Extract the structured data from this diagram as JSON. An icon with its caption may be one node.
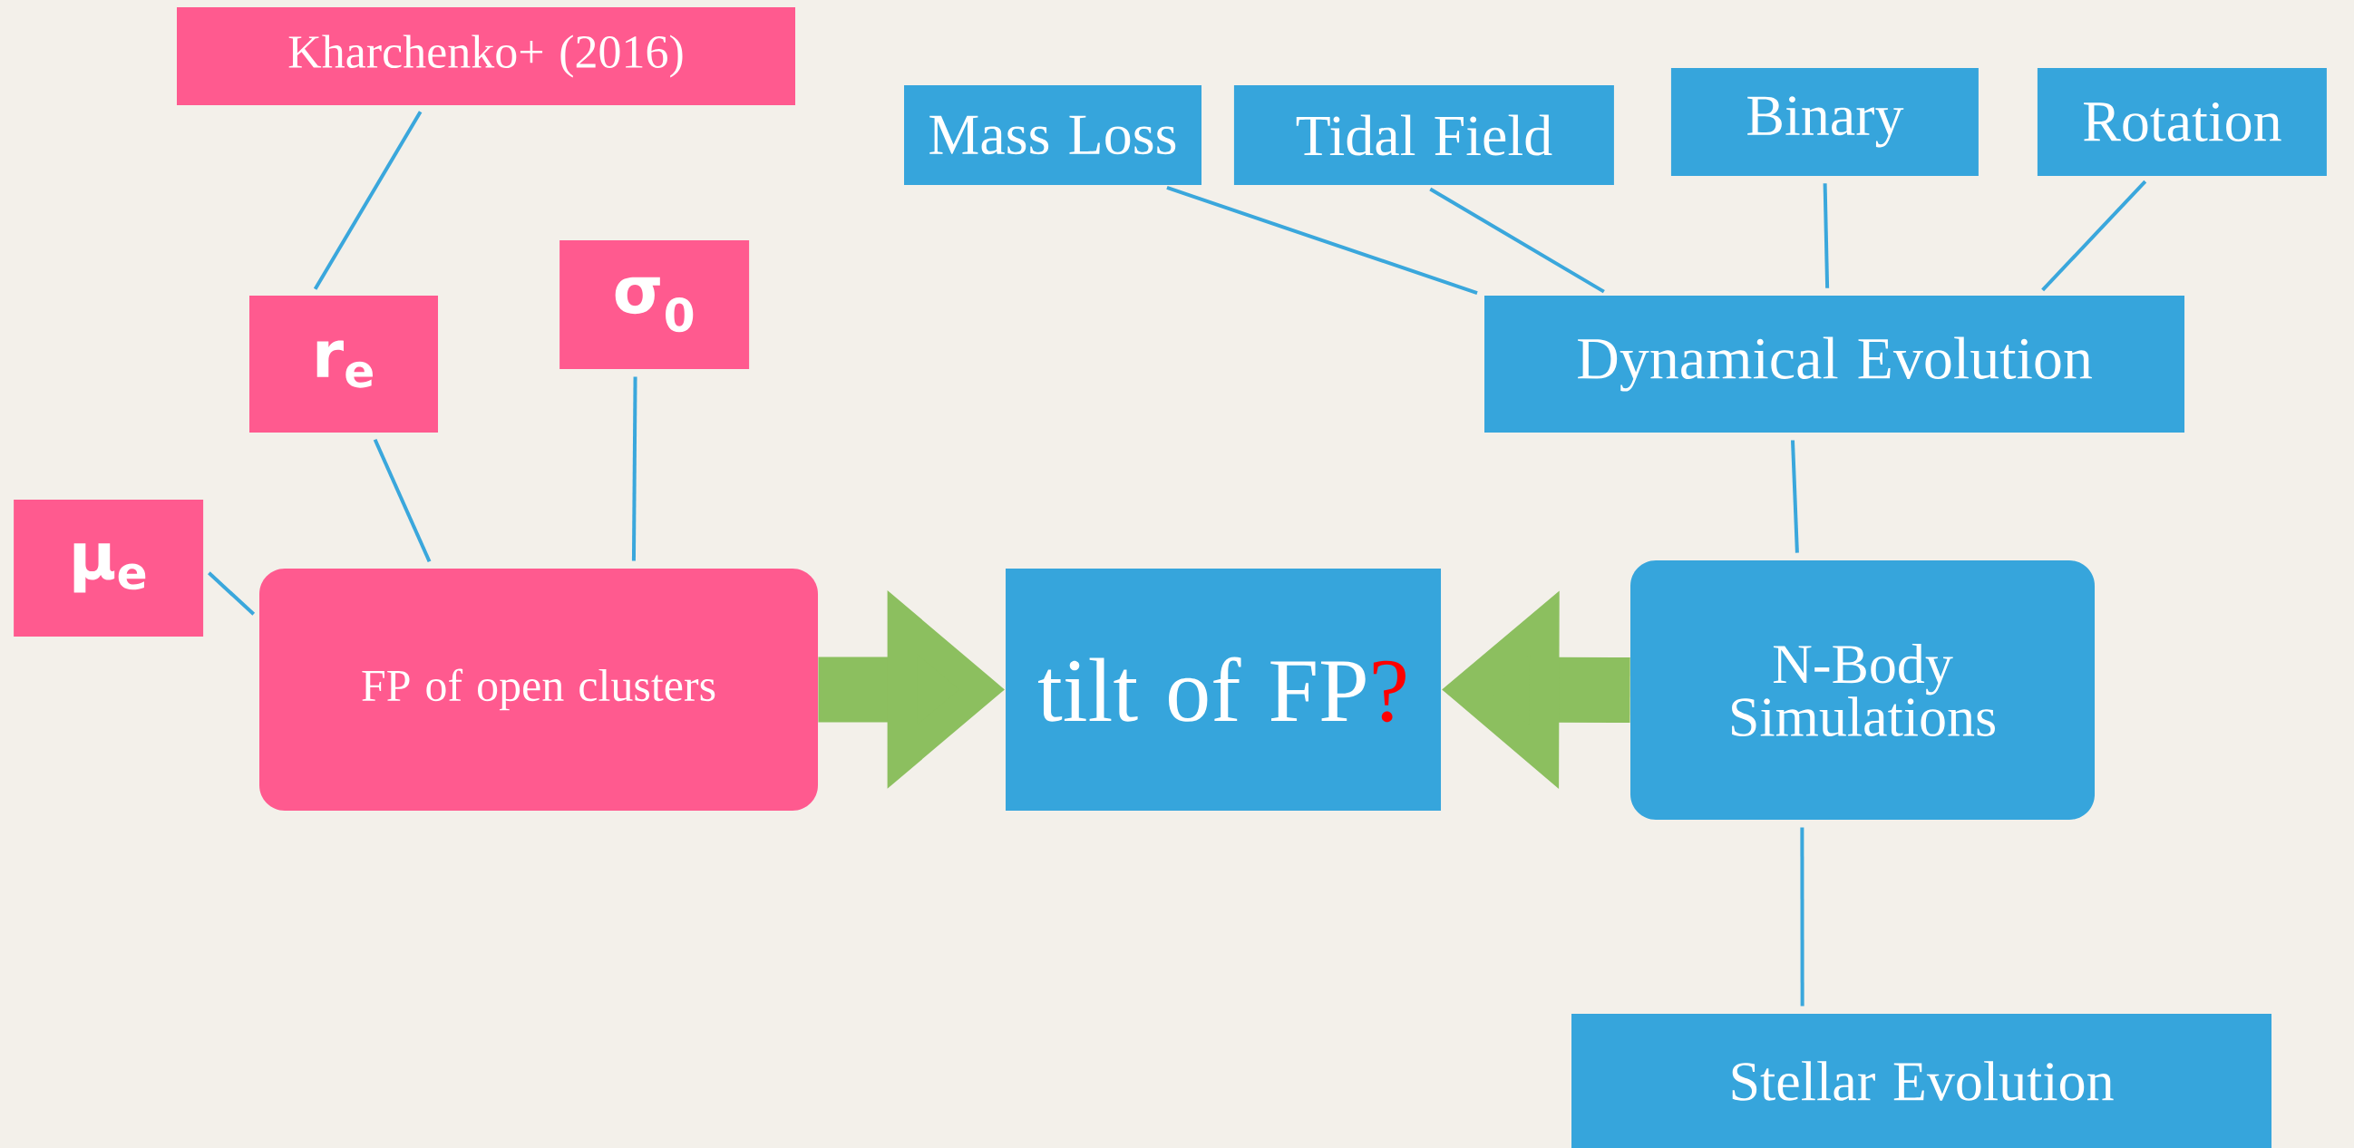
{
  "diagram": {
    "nodes": [
      {
        "text": [
          "Kharchenko+ (2016)"
        ]
      },
      {
        "text": [
          "r$_{e}$"
        ]
      },
      {
        "text": [
          "σ$_{0}$"
        ]
      },
      {
        "text": [
          "μ$_{e}$"
        ]
      },
      {
        "text": [
          "FP of open clusters"
        ]
      },
      {
        "text": [
          "tilt of FP",
          "?"
        ]
      },
      {
        "text": [
          "Mass Loss"
        ]
      },
      {
        "text": [
          "Tidal Field"
        ]
      },
      {
        "text": [
          "Binary"
        ]
      },
      {
        "text": [
          "Rotation"
        ]
      },
      {
        "text": [
          "Dynamical Evolution"
        ]
      },
      {
        "text": [
          "N-Body Simulations"
        ]
      },
      {
        "text": [
          "Stellar Evolution"
        ]
      }
    ],
    "edges": [
      {
        "from": 0,
        "to": 1,
        "arrow": "none"
      },
      {
        "from": 1,
        "to": 4,
        "arrow": "none"
      },
      {
        "from": 2,
        "to": 4,
        "arrow": "none"
      },
      {
        "from": 3,
        "to": 4,
        "arrow": "none"
      },
      {
        "from": 4,
        "to": 5,
        "arrow": "to",
        "style": "thick",
        "color": "#8cbf5f"
      },
      {
        "from": 6,
        "to": 10,
        "arrow": "none"
      },
      {
        "from": 7,
        "to": 10,
        "arrow": "none"
      },
      {
        "from": 8,
        "to": 10,
        "arrow": "none"
      },
      {
        "from": 9,
        "to": 10,
        "arrow": "none"
      },
      {
        "from": 10,
        "to": 11,
        "arrow": "none"
      },
      {
        "from": 11,
        "to": 5,
        "arrow": "to",
        "style": "thick",
        "color": "#8cbf5f"
      },
      {
        "from": 11,
        "to": 12,
        "arrow": "none"
      }
    ]
  }
}
